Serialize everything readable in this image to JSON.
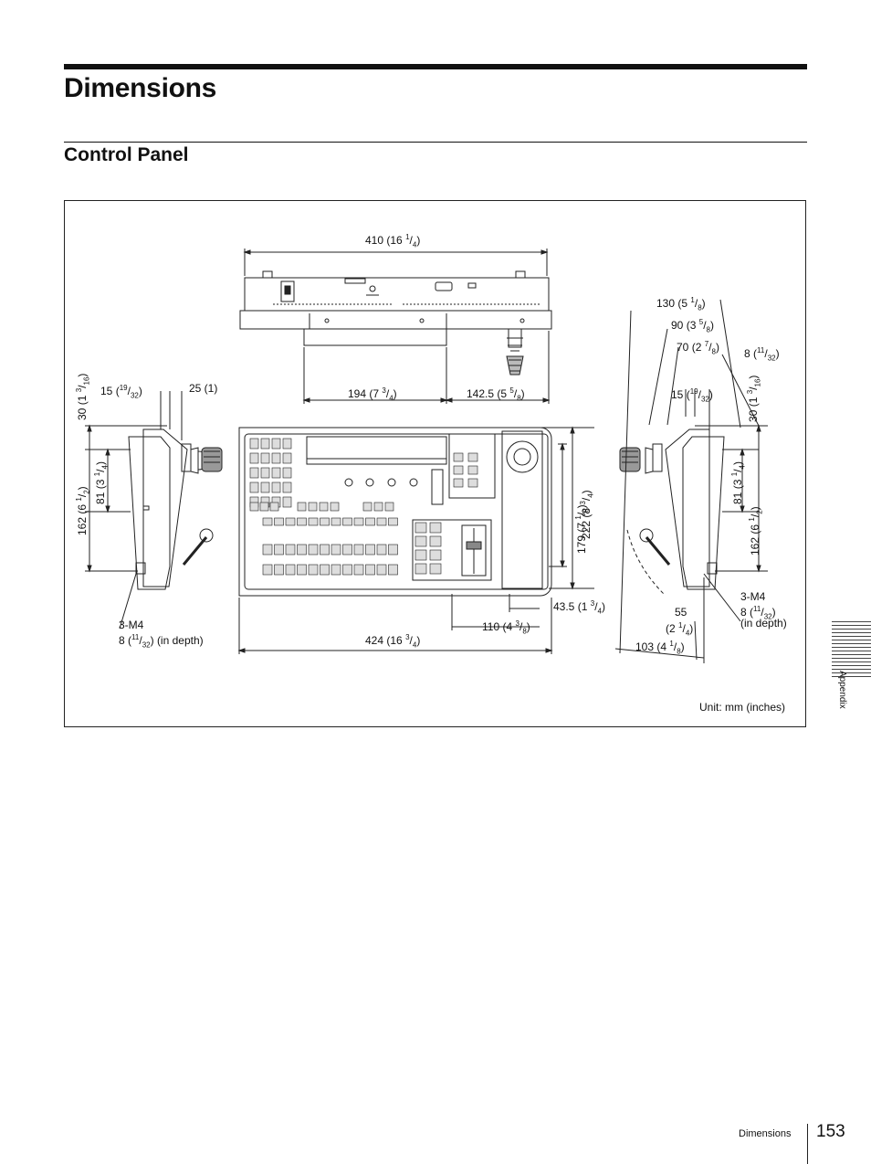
{
  "page": {
    "title": "Dimensions",
    "section": "Control Panel",
    "unit_note": "Unit: mm (inches)",
    "side_tab": "Appendix",
    "footer_section": "Dimensions",
    "page_number": "153"
  },
  "dims": {
    "top_width": {
      "mm": "410",
      "whole": "16",
      "num": "1",
      "den": "4"
    },
    "top_left": {
      "mm": "194",
      "whole": "7",
      "num": "3",
      "den": "4"
    },
    "top_right": {
      "mm": "142.5",
      "whole": "5",
      "num": "5",
      "den": "8"
    },
    "front_width": {
      "mm": "424",
      "whole": "16",
      "num": "3",
      "den": "4"
    },
    "front_h_outer": {
      "mm": "222",
      "whole": "8",
      "num": "3",
      "den": "4"
    },
    "front_h_inner": {
      "mm": "179",
      "whole": "7",
      "num": "1",
      "den": "8"
    },
    "front_110": {
      "mm": "110",
      "whole": "4",
      "num": "3",
      "den": "8"
    },
    "front_43": {
      "mm": "43.5",
      "whole": "1",
      "num": "3",
      "den": "4"
    },
    "left_15": {
      "mm": "15",
      "num": "19",
      "den": "32"
    },
    "left_25": {
      "text": "25 (1)"
    },
    "left_30": {
      "mm": "30",
      "whole": "1",
      "num": "3",
      "den": "16"
    },
    "left_81": {
      "mm": "81",
      "whole": "3",
      "num": "1",
      "den": "4"
    },
    "left_162": {
      "mm": "162",
      "whole": "6",
      "num": "1",
      "den": "2"
    },
    "left_m4": {
      "line1": "3-M4",
      "mm": "8",
      "num": "11",
      "den": "32",
      "suffix": "(in depth)"
    },
    "right_130": {
      "mm": "130",
      "whole": "5",
      "num": "1",
      "den": "8"
    },
    "right_90": {
      "mm": "90",
      "whole": "3",
      "num": "5",
      "den": "8"
    },
    "right_70": {
      "mm": "70",
      "whole": "2",
      "num": "7",
      "den": "8"
    },
    "right_8": {
      "mm": "8",
      "num": "11",
      "den": "32"
    },
    "right_15": {
      "mm": "15",
      "num": "19",
      "den": "32"
    },
    "right_30": {
      "mm": "30",
      "whole": "1",
      "num": "3",
      "den": "16"
    },
    "right_81": {
      "mm": "81",
      "whole": "3",
      "num": "1",
      "den": "4"
    },
    "right_162": {
      "mm": "162",
      "whole": "6",
      "num": "1",
      "den": "2"
    },
    "right_m4": {
      "line1": "3-M4",
      "mm": "8",
      "num": "11",
      "den": "32",
      "suffix": "(in depth)"
    },
    "right_55": {
      "mm": "55",
      "whole": "2",
      "num": "1",
      "den": "4"
    },
    "right_103": {
      "mm": "103",
      "whole": "4",
      "num": "1",
      "den": "8"
    }
  }
}
